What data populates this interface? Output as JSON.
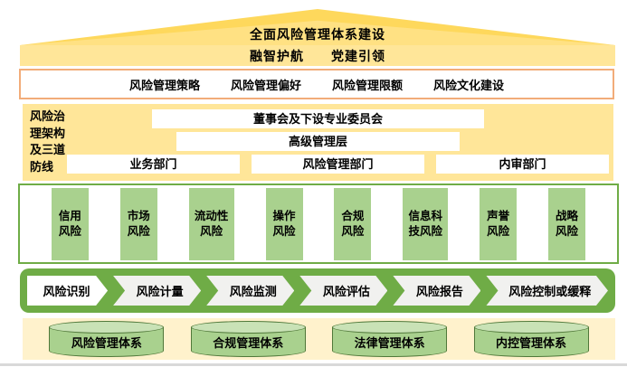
{
  "roof": {
    "title": "全面风险管理体系建设"
  },
  "slogans": [
    "融智护航",
    "党建引领"
  ],
  "strategy_bar": {
    "items": [
      "风险管理策略",
      "风险管理偏好",
      "风险管理限额",
      "风险文化建设"
    ]
  },
  "governance": {
    "side_label_lines": [
      "风险治",
      "理架构",
      "及三道",
      "防线"
    ],
    "board": "董事会及下设专业委员会",
    "senior_management": "高级管理层",
    "departments": [
      "业务部门",
      "风险管理部门",
      "内审部门"
    ]
  },
  "risks": {
    "items": [
      {
        "l1": "信用",
        "l2": "风险"
      },
      {
        "l1": "市场",
        "l2": "风险"
      },
      {
        "l1": "流动性",
        "l2": "风险"
      },
      {
        "l1": "操作",
        "l2": "风险"
      },
      {
        "l1": "合规",
        "l2": "风险"
      },
      {
        "l1": "信息科",
        "l2": "技风险"
      },
      {
        "l1": "声誉",
        "l2": "风险"
      },
      {
        "l1": "战略",
        "l2": "风险"
      }
    ]
  },
  "process": {
    "steps": [
      "风险识别",
      "风险计量",
      "风险监测",
      "风险评估",
      "风险报告",
      "风险控制或缓释"
    ]
  },
  "systems": {
    "items": [
      "风险管理体系",
      "合规管理体系",
      "法律管理体系",
      "内控管理体系"
    ]
  },
  "colors": {
    "roof_gold": "#fed85c",
    "banner_yellow": "#ffe699",
    "strategy_border_orange": "#f2ac79",
    "green_dark": "#6fac46",
    "green_box": "#a9d18e",
    "cylinder_top": "#c9e2b6",
    "systems_bar_cream": "#fff2cc"
  }
}
